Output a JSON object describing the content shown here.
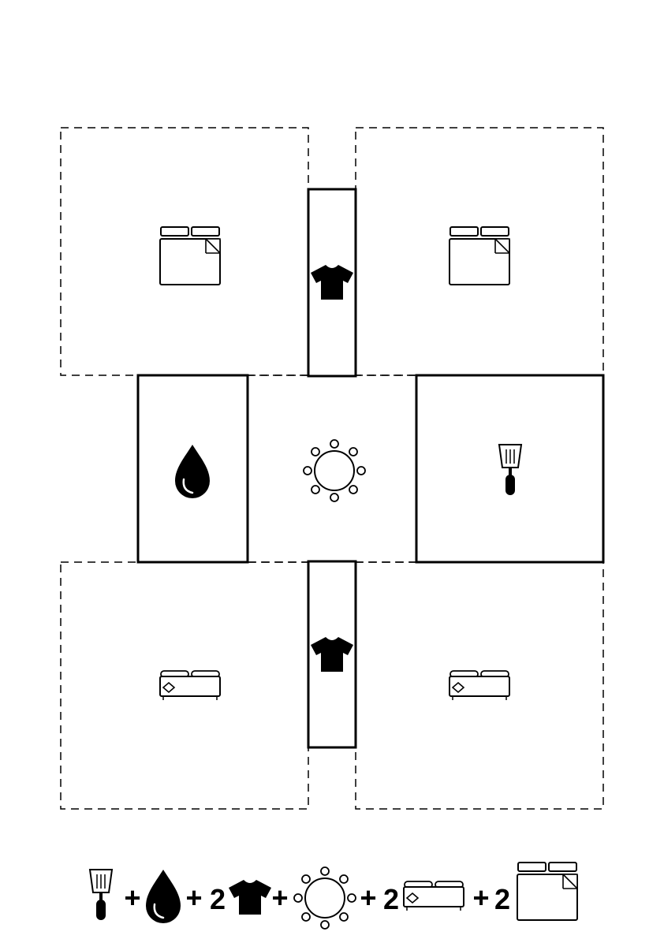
{
  "plan": {
    "rooms": [
      {
        "id": "bedroom-top-left",
        "icon": "bed-icon",
        "style": "dashed"
      },
      {
        "id": "bedroom-top-right",
        "icon": "bed-icon",
        "style": "dashed"
      },
      {
        "id": "laundry-top",
        "icon": "tshirt-icon",
        "style": "solid"
      },
      {
        "id": "bathroom",
        "icon": "water-drop-icon",
        "style": "solid"
      },
      {
        "id": "dining",
        "icon": "dining-table-icon",
        "style": "open"
      },
      {
        "id": "kitchen",
        "icon": "spatula-icon",
        "style": "solid"
      },
      {
        "id": "sofa-room-bottom-left",
        "icon": "sofa-icon",
        "style": "dashed"
      },
      {
        "id": "sofa-room-bottom-right",
        "icon": "sofa-icon",
        "style": "dashed"
      },
      {
        "id": "laundry-bottom",
        "icon": "tshirt-icon",
        "style": "solid"
      }
    ],
    "colors": {
      "stroke": "#000000",
      "fill": "#ffffff"
    }
  },
  "legend": {
    "plus_1": "+",
    "plus_2": "+",
    "count_tshirt": "2",
    "plus_3": "+",
    "plus_4": "+",
    "count_sofa": "2",
    "plus_5": "+",
    "count_bed": "2"
  }
}
